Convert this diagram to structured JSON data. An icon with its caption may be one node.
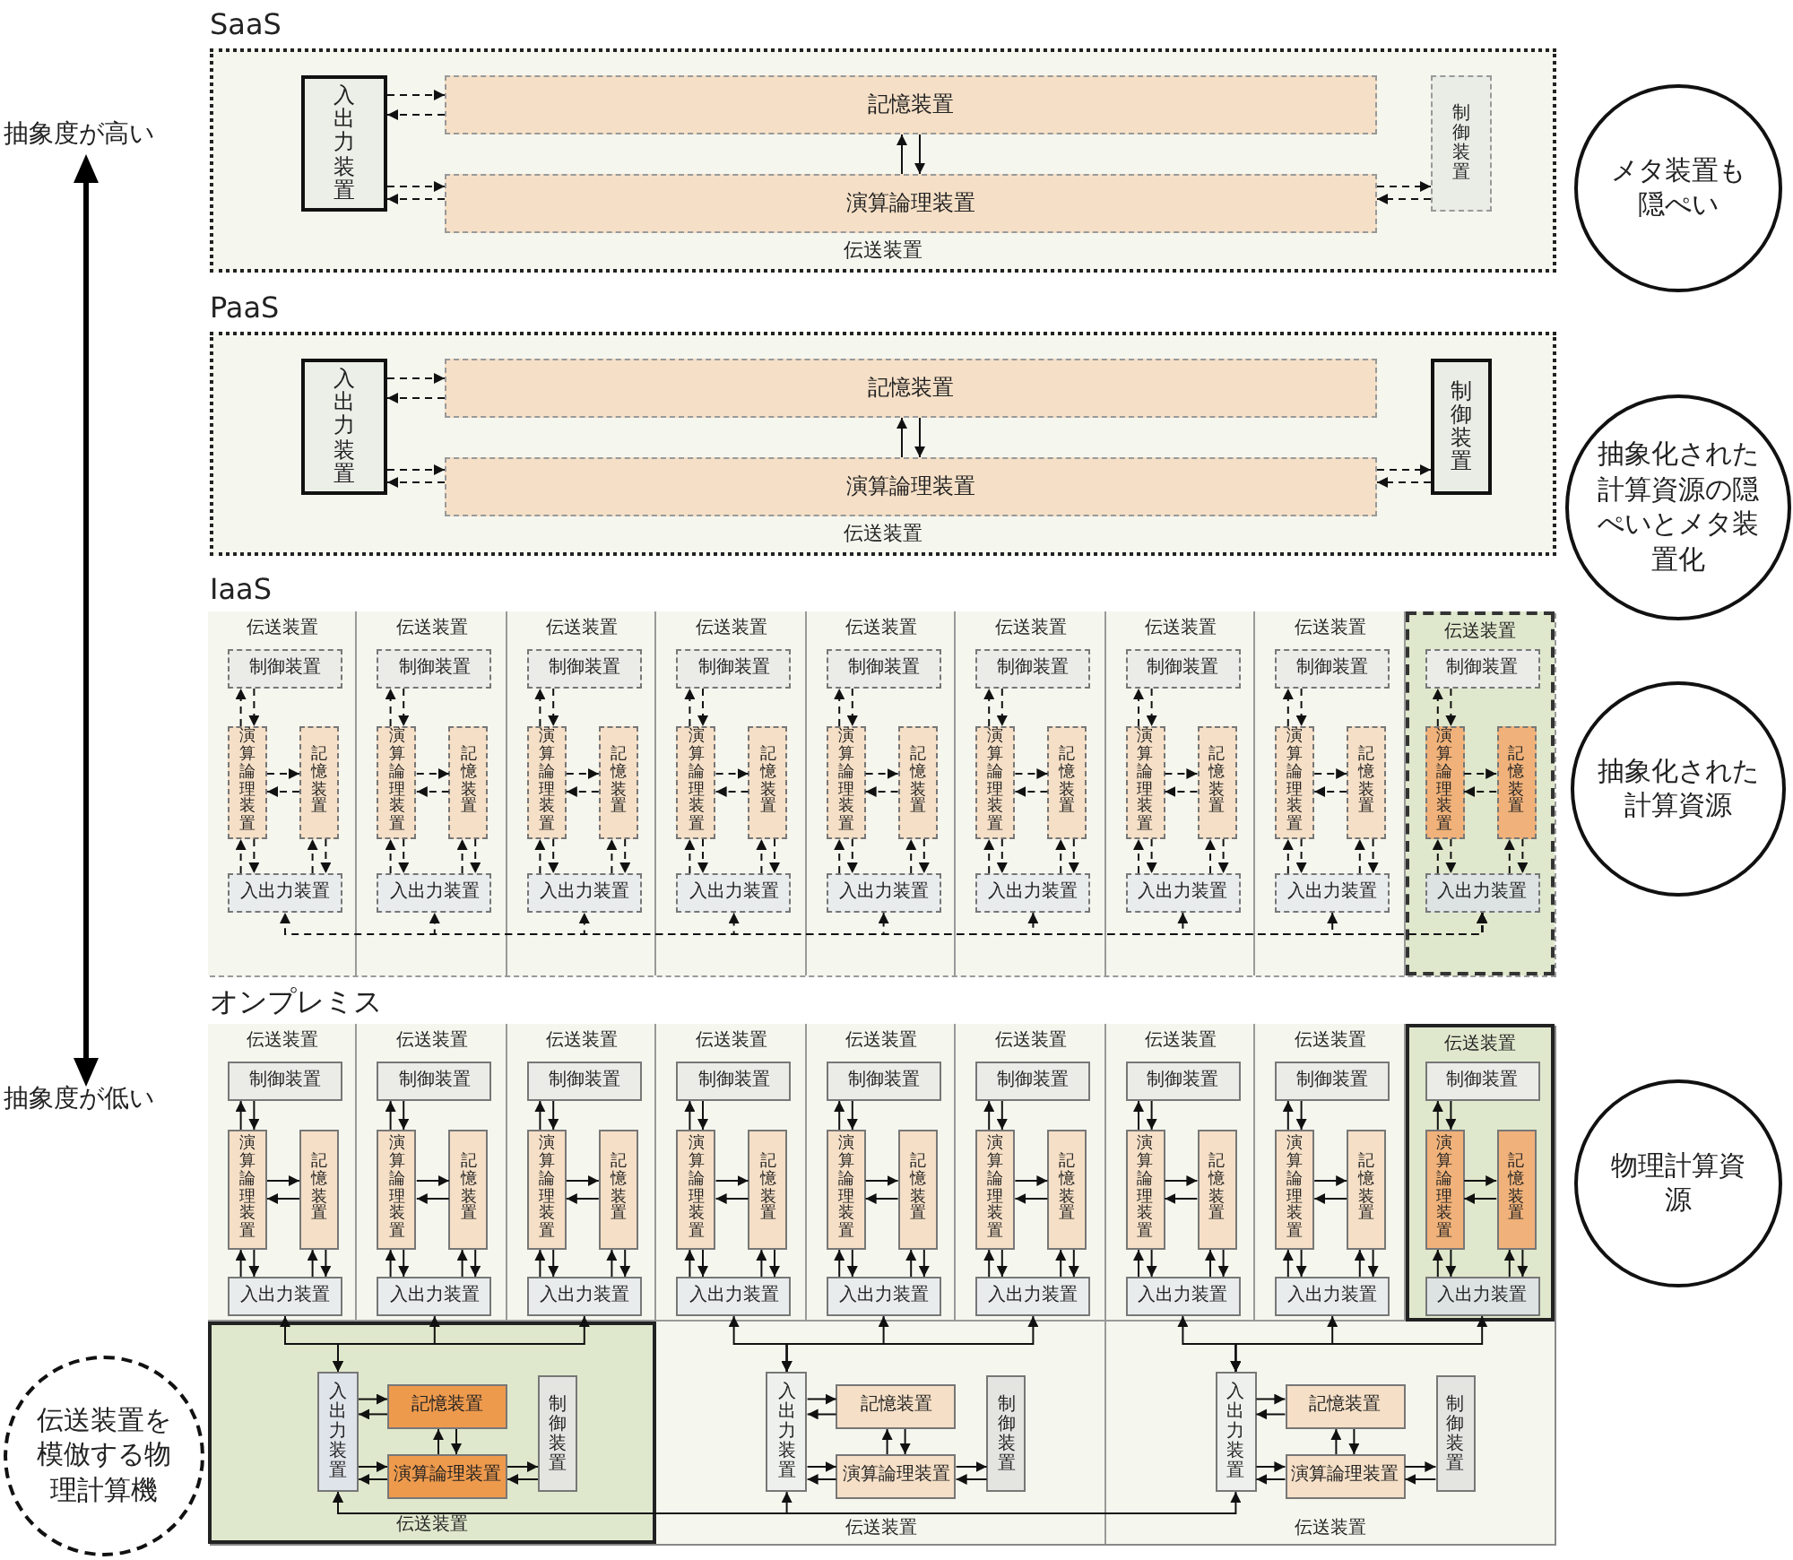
{
  "diagram": {
    "nodes": [
      {
        "text": [
          "SaaS",
          "伝送装置"
        ]
      },
      {
        "text": [
          "入出力装置"
        ],
        "in": 0
      },
      {
        "text": [
          "記憶装置"
        ],
        "in": 0
      },
      {
        "text": [
          "演算論理装置"
        ],
        "in": 0
      },
      {
        "text": [
          "制御装置"
        ],
        "in": 0
      },
      {
        "text": [
          "メタ装置も隠ぺい"
        ]
      },
      {
        "text": [
          "PaaS",
          "伝送装置"
        ]
      },
      {
        "text": [
          "入出力装置"
        ],
        "in": 6
      },
      {
        "text": [
          "記憶装置"
        ],
        "in": 6
      },
      {
        "text": [
          "演算論理装置"
        ],
        "in": 6
      },
      {
        "text": [
          "制御装置"
        ],
        "in": 6
      },
      {
        "text": [
          "抽象化された計算資源の隠ぺいとメタ装置化"
        ]
      },
      {
        "text": [
          "IaaS"
        ]
      },
      {
        "text": [
          "伝送装置"
        ],
        "in": 12
      },
      {
        "text": [
          "制御装置"
        ],
        "in": 13
      },
      {
        "text": [
          "演算論理装置"
        ],
        "in": 13
      },
      {
        "text": [
          "記憶装置"
        ],
        "in": 13
      },
      {
        "text": [
          "入出力装置"
        ],
        "in": 13
      },
      {
        "text": [
          "伝送装置"
        ],
        "in": 12
      },
      {
        "text": [
          "制御装置"
        ],
        "in": 18
      },
      {
        "text": [
          "演算論理装置"
        ],
        "in": 18
      },
      {
        "text": [
          "記憶装置"
        ],
        "in": 18
      },
      {
        "text": [
          "入出力装置"
        ],
        "in": 18
      },
      {
        "text": [
          "伝送装置"
        ],
        "in": 12
      },
      {
        "text": [
          "制御装置"
        ],
        "in": 23
      },
      {
        "text": [
          "演算論理装置"
        ],
        "in": 23
      },
      {
        "text": [
          "記憶装置"
        ],
        "in": 23
      },
      {
        "text": [
          "入出力装置"
        ],
        "in": 23
      },
      {
        "text": [
          "伝送装置"
        ],
        "in": 12
      },
      {
        "text": [
          "制御装置"
        ],
        "in": 28
      },
      {
        "text": [
          "演算論理装置"
        ],
        "in": 28
      },
      {
        "text": [
          "記憶装置"
        ],
        "in": 28
      },
      {
        "text": [
          "入出力装置"
        ],
        "in": 28
      },
      {
        "text": [
          "伝送装置"
        ],
        "in": 12
      },
      {
        "text": [
          "制御装置"
        ],
        "in": 33
      },
      {
        "text": [
          "演算論理装置"
        ],
        "in": 33
      },
      {
        "text": [
          "記憶装置"
        ],
        "in": 33
      },
      {
        "text": [
          "入出力装置"
        ],
        "in": 33
      },
      {
        "text": [
          "伝送装置"
        ],
        "in": 12
      },
      {
        "text": [
          "制御装置"
        ],
        "in": 38
      },
      {
        "text": [
          "演算論理装置"
        ],
        "in": 38
      },
      {
        "text": [
          "記憶装置"
        ],
        "in": 38
      },
      {
        "text": [
          "入出力装置"
        ],
        "in": 38
      },
      {
        "text": [
          "伝送装置"
        ],
        "in": 12
      },
      {
        "text": [
          "制御装置"
        ],
        "in": 43
      },
      {
        "text": [
          "演算論理装置"
        ],
        "in": 43
      },
      {
        "text": [
          "記憶装置"
        ],
        "in": 43
      },
      {
        "text": [
          "入出力装置"
        ],
        "in": 43
      },
      {
        "text": [
          "伝送装置"
        ],
        "in": 12
      },
      {
        "text": [
          "制御装置"
        ],
        "in": 48
      },
      {
        "text": [
          "演算論理装置"
        ],
        "in": 48
      },
      {
        "text": [
          "記憶装置"
        ],
        "in": 48
      },
      {
        "text": [
          "入出力装置"
        ],
        "in": 48
      },
      {
        "text": [
          "伝送装置"
        ],
        "in": 12
      },
      {
        "text": [
          "制御装置"
        ],
        "in": 53
      },
      {
        "text": [
          "演算論理装置"
        ],
        "in": 53
      },
      {
        "text": [
          "記憶装置"
        ],
        "in": 53
      },
      {
        "text": [
          "入出力装置"
        ],
        "in": 53
      },
      {
        "text": [
          "抽象化された計算資源"
        ]
      },
      {
        "text": [
          "オンプレミス"
        ]
      },
      {
        "text": [
          "伝送装置"
        ],
        "in": 59
      },
      {
        "text": [
          "制御装置"
        ],
        "in": 60
      },
      {
        "text": [
          "演算論理装置"
        ],
        "in": 60
      },
      {
        "text": [
          "記憶装置"
        ],
        "in": 60
      },
      {
        "text": [
          "入出力装置"
        ],
        "in": 60
      },
      {
        "text": [
          "伝送装置"
        ],
        "in": 59
      },
      {
        "text": [
          "制御装置"
        ],
        "in": 65
      },
      {
        "text": [
          "演算論理装置"
        ],
        "in": 65
      },
      {
        "text": [
          "記憶装置"
        ],
        "in": 65
      },
      {
        "text": [
          "入出力装置"
        ],
        "in": 65
      },
      {
        "text": [
          "伝送装置"
        ],
        "in": 59
      },
      {
        "text": [
          "制御装置"
        ],
        "in": 70
      },
      {
        "text": [
          "演算論理装置"
        ],
        "in": 70
      },
      {
        "text": [
          "記憶装置"
        ],
        "in": 70
      },
      {
        "text": [
          "入出力装置"
        ],
        "in": 70
      },
      {
        "text": [
          "伝送装置"
        ],
        "in": 59
      },
      {
        "text": [
          "制御装置"
        ],
        "in": 75
      },
      {
        "text": [
          "演算論理装置"
        ],
        "in": 75
      },
      {
        "text": [
          "記憶装置"
        ],
        "in": 75
      },
      {
        "text": [
          "入出力装置"
        ],
        "in": 75
      },
      {
        "text": [
          "伝送装置"
        ],
        "in": 59
      },
      {
        "text": [
          "制御装置"
        ],
        "in": 80
      },
      {
        "text": [
          "演算論理装置"
        ],
        "in": 80
      },
      {
        "text": [
          "記憶装置"
        ],
        "in": 80
      },
      {
        "text": [
          "入出力装置"
        ],
        "in": 80
      },
      {
        "text": [
          "伝送装置"
        ],
        "in": 59
      },
      {
        "text": [
          "制御装置"
        ],
        "in": 85
      },
      {
        "text": [
          "演算論理装置"
        ],
        "in": 85
      },
      {
        "text": [
          "記憶装置"
        ],
        "in": 85
      },
      {
        "text": [
          "入出力装置"
        ],
        "in": 85
      },
      {
        "text": [
          "伝送装置"
        ],
        "in": 59
      },
      {
        "text": [
          "制御装置"
        ],
        "in": 90
      },
      {
        "text": [
          "演算論理装置"
        ],
        "in": 90
      },
      {
        "text": [
          "記憶装置"
        ],
        "in": 90
      },
      {
        "text": [
          "入出力装置"
        ],
        "in": 90
      },
      {
        "text": [
          "伝送装置"
        ],
        "in": 59
      },
      {
        "text": [
          "制御装置"
        ],
        "in": 95
      },
      {
        "text": [
          "演算論理装置"
        ],
        "in": 95
      },
      {
        "text": [
          "記憶装置"
        ],
        "in": 95
      },
      {
        "text": [
          "入出力装置"
        ],
        "in": 95
      },
      {
        "text": [
          "伝送装置"
        ],
        "in": 59
      },
      {
        "text": [
          "制御装置"
        ],
        "in": 100
      },
      {
        "text": [
          "演算論理装置"
        ],
        "in": 100
      },
      {
        "text": [
          "記憶装置"
        ],
        "in": 100
      },
      {
        "text": [
          "入出力装置"
        ],
        "in": 100
      },
      {
        "text": [
          "伝送装置"
        ],
        "in": 59
      },
      {
        "text": [
          "入出力装置"
        ],
        "in": 105
      },
      {
        "text": [
          "記憶装置"
        ],
        "in": 105
      },
      {
        "text": [
          "演算論理装置"
        ],
        "in": 105
      },
      {
        "text": [
          "制御装置"
        ],
        "in": 105
      },
      {
        "text": [
          "伝送装置"
        ],
        "in": 59
      },
      {
        "text": [
          "入出力装置"
        ],
        "in": 110
      },
      {
        "text": [
          "記憶装置"
        ],
        "in": 110
      },
      {
        "text": [
          "演算論理装置"
        ],
        "in": 110
      },
      {
        "text": [
          "制御装置"
        ],
        "in": 110
      },
      {
        "text": [
          "伝送装置"
        ],
        "in": 59
      },
      {
        "text": [
          "入出力装置"
        ],
        "in": 115
      },
      {
        "text": [
          "記憶装置"
        ],
        "in": 115
      },
      {
        "text": [
          "演算論理装置"
        ],
        "in": 115
      },
      {
        "text": [
          "制御装置"
        ],
        "in": 115
      },
      {
        "text": [
          "物理計算資源"
        ]
      },
      {
        "text": [
          "伝送装置を模倣する物理計算機"
        ]
      }
    ],
    "edges": [
      {
        "from": 1,
        "to": 2,
        "arrow": "to",
        "style": "dashed"
      },
      {
        "from": 2,
        "to": 1,
        "arrow": "to",
        "style": "dashed"
      },
      {
        "from": 1,
        "to": 3,
        "arrow": "to",
        "style": "dashed"
      },
      {
        "from": 3,
        "to": 1,
        "arrow": "to",
        "style": "dashed"
      },
      {
        "from": 3,
        "to": 2,
        "arrow": "to"
      },
      {
        "from": 2,
        "to": 3,
        "arrow": "to"
      },
      {
        "from": 3,
        "to": 4,
        "arrow": "to",
        "style": "dashed"
      },
      {
        "from": 4,
        "to": 3,
        "arrow": "to",
        "style": "dashed"
      },
      {
        "from": 7,
        "to": 8,
        "arrow": "to",
        "style": "dashed"
      },
      {
        "from": 8,
        "to": 7,
        "arrow": "to",
        "style": "dashed"
      },
      {
        "from": 7,
        "to": 9,
        "arrow": "to",
        "style": "dashed"
      },
      {
        "from": 9,
        "to": 7,
        "arrow": "to",
        "style": "dashed"
      },
      {
        "from": 9,
        "to": 8,
        "arrow": "to"
      },
      {
        "from": 8,
        "to": 9,
        "arrow": "to"
      },
      {
        "from": 9,
        "to": 10,
        "arrow": "to",
        "style": "dashed"
      },
      {
        "from": 10,
        "to": 9,
        "arrow": "to",
        "style": "dashed"
      },
      {
        "from": 15,
        "to": 14,
        "arrow": "to",
        "style": "dashed"
      },
      {
        "from": 14,
        "to": 15,
        "arrow": "to",
        "style": "dashed"
      },
      {
        "from": 15,
        "to": 16,
        "arrow": "to",
        "style": "dashed"
      },
      {
        "from": 16,
        "to": 15,
        "arrow": "to",
        "style": "dashed"
      },
      {
        "from": 17,
        "to": 15,
        "arrow": "to",
        "style": "dashed"
      },
      {
        "from": 15,
        "to": 17,
        "arrow": "to",
        "style": "dashed"
      },
      {
        "from": 17,
        "to": 16,
        "arrow": "to",
        "style": "dashed"
      },
      {
        "from": 16,
        "to": 17,
        "arrow": "to",
        "style": "dashed"
      },
      {
        "from": 20,
        "to": 19,
        "arrow": "to",
        "style": "dashed"
      },
      {
        "from": 19,
        "to": 20,
        "arrow": "to",
        "style": "dashed"
      },
      {
        "from": 20,
        "to": 21,
        "arrow": "to",
        "style": "dashed"
      },
      {
        "from": 21,
        "to": 20,
        "arrow": "to",
        "style": "dashed"
      },
      {
        "from": 22,
        "to": 20,
        "arrow": "to",
        "style": "dashed"
      },
      {
        "from": 20,
        "to": 22,
        "arrow": "to",
        "style": "dashed"
      },
      {
        "from": 22,
        "to": 21,
        "arrow": "to",
        "style": "dashed"
      },
      {
        "from": 21,
        "to": 22,
        "arrow": "to",
        "style": "dashed"
      },
      {
        "from": 25,
        "to": 24,
        "arrow": "to",
        "style": "dashed"
      },
      {
        "from": 24,
        "to": 25,
        "arrow": "to",
        "style": "dashed"
      },
      {
        "from": 25,
        "to": 26,
        "arrow": "to",
        "style": "dashed"
      },
      {
        "from": 26,
        "to": 25,
        "arrow": "to",
        "style": "dashed"
      },
      {
        "from": 27,
        "to": 25,
        "arrow": "to",
        "style": "dashed"
      },
      {
        "from": 25,
        "to": 27,
        "arrow": "to",
        "style": "dashed"
      },
      {
        "from": 27,
        "to": 26,
        "arrow": "to",
        "style": "dashed"
      },
      {
        "from": 26,
        "to": 27,
        "arrow": "to",
        "style": "dashed"
      },
      {
        "from": 30,
        "to": 29,
        "arrow": "to",
        "style": "dashed"
      },
      {
        "from": 29,
        "to": 30,
        "arrow": "to",
        "style": "dashed"
      },
      {
        "from": 30,
        "to": 31,
        "arrow": "to",
        "style": "dashed"
      },
      {
        "from": 31,
        "to": 30,
        "arrow": "to",
        "style": "dashed"
      },
      {
        "from": 32,
        "to": 30,
        "arrow": "to",
        "style": "dashed"
      },
      {
        "from": 30,
        "to": 32,
        "arrow": "to",
        "style": "dashed"
      },
      {
        "from": 32,
        "to": 31,
        "arrow": "to",
        "style": "dashed"
      },
      {
        "from": 31,
        "to": 32,
        "arrow": "to",
        "style": "dashed"
      },
      {
        "from": 35,
        "to": 34,
        "arrow": "to",
        "style": "dashed"
      },
      {
        "from": 34,
        "to": 35,
        "arrow": "to",
        "style": "dashed"
      },
      {
        "from": 35,
        "to": 36,
        "arrow": "to",
        "style": "dashed"
      },
      {
        "from": 36,
        "to": 35,
        "arrow": "to",
        "style": "dashed"
      },
      {
        "from": 37,
        "to": 35,
        "arrow": "to",
        "style": "dashed"
      },
      {
        "from": 35,
        "to": 37,
        "arrow": "to",
        "style": "dashed"
      },
      {
        "from": 37,
        "to": 36,
        "arrow": "to",
        "style": "dashed"
      },
      {
        "from": 36,
        "to": 37,
        "arrow": "to",
        "style": "dashed"
      },
      {
        "from": 40,
        "to": 39,
        "arrow": "to",
        "style": "dashed"
      },
      {
        "from": 39,
        "to": 40,
        "arrow": "to",
        "style": "dashed"
      },
      {
        "from": 40,
        "to": 41,
        "arrow": "to",
        "style": "dashed"
      },
      {
        "from": 41,
        "to": 40,
        "arrow": "to",
        "style": "dashed"
      },
      {
        "from": 42,
        "to": 40,
        "arrow": "to",
        "style": "dashed"
      },
      {
        "from": 40,
        "to": 42,
        "arrow": "to",
        "style": "dashed"
      },
      {
        "from": 42,
        "to": 41,
        "arrow": "to",
        "style": "dashed"
      },
      {
        "from": 41,
        "to": 42,
        "arrow": "to",
        "style": "dashed"
      },
      {
        "from": 45,
        "to": 44,
        "arrow": "to",
        "style": "dashed"
      },
      {
        "from": 44,
        "to": 45,
        "arrow": "to",
        "style": "dashed"
      },
      {
        "from": 45,
        "to": 46,
        "arrow": "to",
        "style": "dashed"
      },
      {
        "from": 46,
        "to": 45,
        "arrow": "to",
        "style": "dashed"
      },
      {
        "from": 47,
        "to": 45,
        "arrow": "to",
        "style": "dashed"
      },
      {
        "from": 45,
        "to": 47,
        "arrow": "to",
        "style": "dashed"
      },
      {
        "from": 47,
        "to": 46,
        "arrow": "to",
        "style": "dashed"
      },
      {
        "from": 46,
        "to": 47,
        "arrow": "to",
        "style": "dashed"
      },
      {
        "from": 50,
        "to": 49,
        "arrow": "to",
        "style": "dashed"
      },
      {
        "from": 49,
        "to": 50,
        "arrow": "to",
        "style": "dashed"
      },
      {
        "from": 50,
        "to": 51,
        "arrow": "to",
        "style": "dashed"
      },
      {
        "from": 51,
        "to": 50,
        "arrow": "to",
        "style": "dashed"
      },
      {
        "from": 52,
        "to": 50,
        "arrow": "to",
        "style": "dashed"
      },
      {
        "from": 50,
        "to": 52,
        "arrow": "to",
        "style": "dashed"
      },
      {
        "from": 52,
        "to": 51,
        "arrow": "to",
        "style": "dashed"
      },
      {
        "from": 51,
        "to": 52,
        "arrow": "to",
        "style": "dashed"
      },
      {
        "from": 55,
        "to": 54,
        "arrow": "to",
        "style": "dashed"
      },
      {
        "from": 54,
        "to": 55,
        "arrow": "to",
        "style": "dashed"
      },
      {
        "from": 55,
        "to": 56,
        "arrow": "to",
        "style": "dashed"
      },
      {
        "from": 56,
        "to": 55,
        "arrow": "to",
        "style": "dashed"
      },
      {
        "from": 57,
        "to": 55,
        "arrow": "to",
        "style": "dashed"
      },
      {
        "from": 55,
        "to": 57,
        "arrow": "to",
        "style": "dashed"
      },
      {
        "from": 57,
        "to": 56,
        "arrow": "to",
        "style": "dashed"
      },
      {
        "from": 56,
        "to": 57,
        "arrow": "to",
        "style": "dashed"
      },
      {
        "from": 57,
        "to": 17,
        "arrow": "both",
        "style": "dashed"
      },
      {
        "from": 57,
        "to": 22,
        "arrow": "both",
        "style": "dashed"
      },
      {
        "from": 57,
        "to": 27,
        "arrow": "both",
        "style": "dashed"
      },
      {
        "from": 57,
        "to": 32,
        "arrow": "both",
        "style": "dashed"
      },
      {
        "from": 57,
        "to": 37,
        "arrow": "both",
        "style": "dashed"
      },
      {
        "from": 57,
        "to": 42,
        "arrow": "both",
        "style": "dashed"
      },
      {
        "from": 57,
        "to": 47,
        "arrow": "both",
        "style": "dashed"
      },
      {
        "from": 57,
        "to": 52,
        "arrow": "both",
        "style": "dashed"
      },
      {
        "from": 62,
        "to": 61,
        "arrow": "to"
      },
      {
        "from": 61,
        "to": 62,
        "arrow": "to"
      },
      {
        "from": 62,
        "to": 63,
        "arrow": "to"
      },
      {
        "from": 63,
        "to": 62,
        "arrow": "to"
      },
      {
        "from": 64,
        "to": 62,
        "arrow": "to"
      },
      {
        "from": 62,
        "to": 64,
        "arrow": "to"
      },
      {
        "from": 64,
        "to": 63,
        "arrow": "to"
      },
      {
        "from": 63,
        "to": 64,
        "arrow": "to"
      },
      {
        "from": 67,
        "to": 66,
        "arrow": "to"
      },
      {
        "from": 66,
        "to": 67,
        "arrow": "to"
      },
      {
        "from": 67,
        "to": 68,
        "arrow": "to"
      },
      {
        "from": 68,
        "to": 67,
        "arrow": "to"
      },
      {
        "from": 69,
        "to": 67,
        "arrow": "to"
      },
      {
        "from": 67,
        "to": 69,
        "arrow": "to"
      },
      {
        "from": 69,
        "to": 68,
        "arrow": "to"
      },
      {
        "from": 68,
        "to": 69,
        "arrow": "to"
      },
      {
        "from": 72,
        "to": 71,
        "arrow": "to"
      },
      {
        "from": 71,
        "to": 72,
        "arrow": "to"
      },
      {
        "from": 72,
        "to": 73,
        "arrow": "to"
      },
      {
        "from": 73,
        "to": 72,
        "arrow": "to"
      },
      {
        "from": 74,
        "to": 72,
        "arrow": "to"
      },
      {
        "from": 72,
        "to": 74,
        "arrow": "to"
      },
      {
        "from": 74,
        "to": 73,
        "arrow": "to"
      },
      {
        "from": 73,
        "to": 74,
        "arrow": "to"
      },
      {
        "from": 77,
        "to": 76,
        "arrow": "to"
      },
      {
        "from": 76,
        "to": 77,
        "arrow": "to"
      },
      {
        "from": 77,
        "to": 78,
        "arrow": "to"
      },
      {
        "from": 78,
        "to": 77,
        "arrow": "to"
      },
      {
        "from": 79,
        "to": 77,
        "arrow": "to"
      },
      {
        "from": 77,
        "to": 79,
        "arrow": "to"
      },
      {
        "from": 79,
        "to": 78,
        "arrow": "to"
      },
      {
        "from": 78,
        "to": 79,
        "arrow": "to"
      },
      {
        "from": 82,
        "to": 81,
        "arrow": "to"
      },
      {
        "from": 81,
        "to": 82,
        "arrow": "to"
      },
      {
        "from": 82,
        "to": 83,
        "arrow": "to"
      },
      {
        "from": 83,
        "to": 82,
        "arrow": "to"
      },
      {
        "from": 84,
        "to": 82,
        "arrow": "to"
      },
      {
        "from": 82,
        "to": 84,
        "arrow": "to"
      },
      {
        "from": 84,
        "to": 83,
        "arrow": "to"
      },
      {
        "from": 83,
        "to": 84,
        "arrow": "to"
      },
      {
        "from": 87,
        "to": 86,
        "arrow": "to"
      },
      {
        "from": 86,
        "to": 87,
        "arrow": "to"
      },
      {
        "from": 87,
        "to": 88,
        "arrow": "to"
      },
      {
        "from": 88,
        "to": 87,
        "arrow": "to"
      },
      {
        "from": 89,
        "to": 87,
        "arrow": "to"
      },
      {
        "from": 87,
        "to": 89,
        "arrow": "to"
      },
      {
        "from": 89,
        "to": 88,
        "arrow": "to"
      },
      {
        "from": 88,
        "to": 89,
        "arrow": "to"
      },
      {
        "from": 92,
        "to": 91,
        "arrow": "to"
      },
      {
        "from": 91,
        "to": 92,
        "arrow": "to"
      },
      {
        "from": 92,
        "to": 93,
        "arrow": "to"
      },
      {
        "from": 93,
        "to": 92,
        "arrow": "to"
      },
      {
        "from": 94,
        "to": 92,
        "arrow": "to"
      },
      {
        "from": 92,
        "to": 94,
        "arrow": "to"
      },
      {
        "from": 94,
        "to": 93,
        "arrow": "to"
      },
      {
        "from": 93,
        "to": 94,
        "arrow": "to"
      },
      {
        "from": 97,
        "to": 96,
        "arrow": "to"
      },
      {
        "from": 96,
        "to": 97,
        "arrow": "to"
      },
      {
        "from": 97,
        "to": 98,
        "arrow": "to"
      },
      {
        "from": 98,
        "to": 97,
        "arrow": "to"
      },
      {
        "from": 99,
        "to": 97,
        "arrow": "to"
      },
      {
        "from": 97,
        "to": 99,
        "arrow": "to"
      },
      {
        "from": 99,
        "to": 98,
        "arrow": "to"
      },
      {
        "from": 98,
        "to": 99,
        "arrow": "to"
      },
      {
        "from": 102,
        "to": 101,
        "arrow": "to"
      },
      {
        "from": 101,
        "to": 102,
        "arrow": "to"
      },
      {
        "from": 102,
        "to": 103,
        "arrow": "to"
      },
      {
        "from": 103,
        "to": 102,
        "arrow": "to"
      },
      {
        "from": 104,
        "to": 102,
        "arrow": "to"
      },
      {
        "from": 102,
        "to": 104,
        "arrow": "to"
      },
      {
        "from": 104,
        "to": 103,
        "arrow": "to"
      },
      {
        "from": 103,
        "to": 104,
        "arrow": "to"
      },
      {
        "from": 106,
        "to": 107,
        "arrow": "to"
      },
      {
        "from": 107,
        "to": 106,
        "arrow": "to"
      },
      {
        "from": 106,
        "to": 108,
        "arrow": "to"
      },
      {
        "from": 108,
        "to": 106,
        "arrow": "to"
      },
      {
        "from": 108,
        "to": 107,
        "arrow": "to"
      },
      {
        "from": 107,
        "to": 108,
        "arrow": "to"
      },
      {
        "from": 108,
        "to": 109,
        "arrow": "to"
      },
      {
        "from": 109,
        "to": 108,
        "arrow": "to"
      },
      {
        "from": 111,
        "to": 112,
        "arrow": "to"
      },
      {
        "from": 112,
        "to": 111,
        "arrow": "to"
      },
      {
        "from": 111,
        "to": 113,
        "arrow": "to"
      },
      {
        "from": 113,
        "to": 111,
        "arrow": "to"
      },
      {
        "from": 113,
        "to": 112,
        "arrow": "to"
      },
      {
        "from": 112,
        "to": 113,
        "arrow": "to"
      },
      {
        "from": 113,
        "to": 114,
        "arrow": "to"
      },
      {
        "from": 114,
        "to": 113,
        "arrow": "to"
      },
      {
        "from": 116,
        "to": 117,
        "arrow": "to"
      },
      {
        "from": 117,
        "to": 116,
        "arrow": "to"
      },
      {
        "from": 116,
        "to": 118,
        "arrow": "to"
      },
      {
        "from": 118,
        "to": 116,
        "arrow": "to"
      },
      {
        "from": 118,
        "to": 117,
        "arrow": "to"
      },
      {
        "from": 117,
        "to": 118,
        "arrow": "to"
      },
      {
        "from": 118,
        "to": 119,
        "arrow": "to"
      },
      {
        "from": 119,
        "to": 118,
        "arrow": "to"
      },
      {
        "from": 64,
        "to": 106,
        "arrow": "both"
      },
      {
        "from": 69,
        "to": 106,
        "arrow": "both"
      },
      {
        "from": 74,
        "to": 106,
        "arrow": "both"
      },
      {
        "from": 79,
        "to": 111,
        "arrow": "both"
      },
      {
        "from": 84,
        "to": 111,
        "arrow": "both"
      },
      {
        "from": 89,
        "to": 111,
        "arrow": "both"
      },
      {
        "from": 94,
        "to": 116,
        "arrow": "both"
      },
      {
        "from": 99,
        "to": 116,
        "arrow": "both"
      },
      {
        "from": 104,
        "to": 116,
        "arrow": "both"
      },
      {
        "from": 106,
        "to": 111,
        "arrow": "both"
      },
      {
        "from": 106,
        "to": 116,
        "arrow": "both"
      }
    ],
    "labels": [
      "抽象度が高い",
      "抽象度が低い"
    ]
  }
}
